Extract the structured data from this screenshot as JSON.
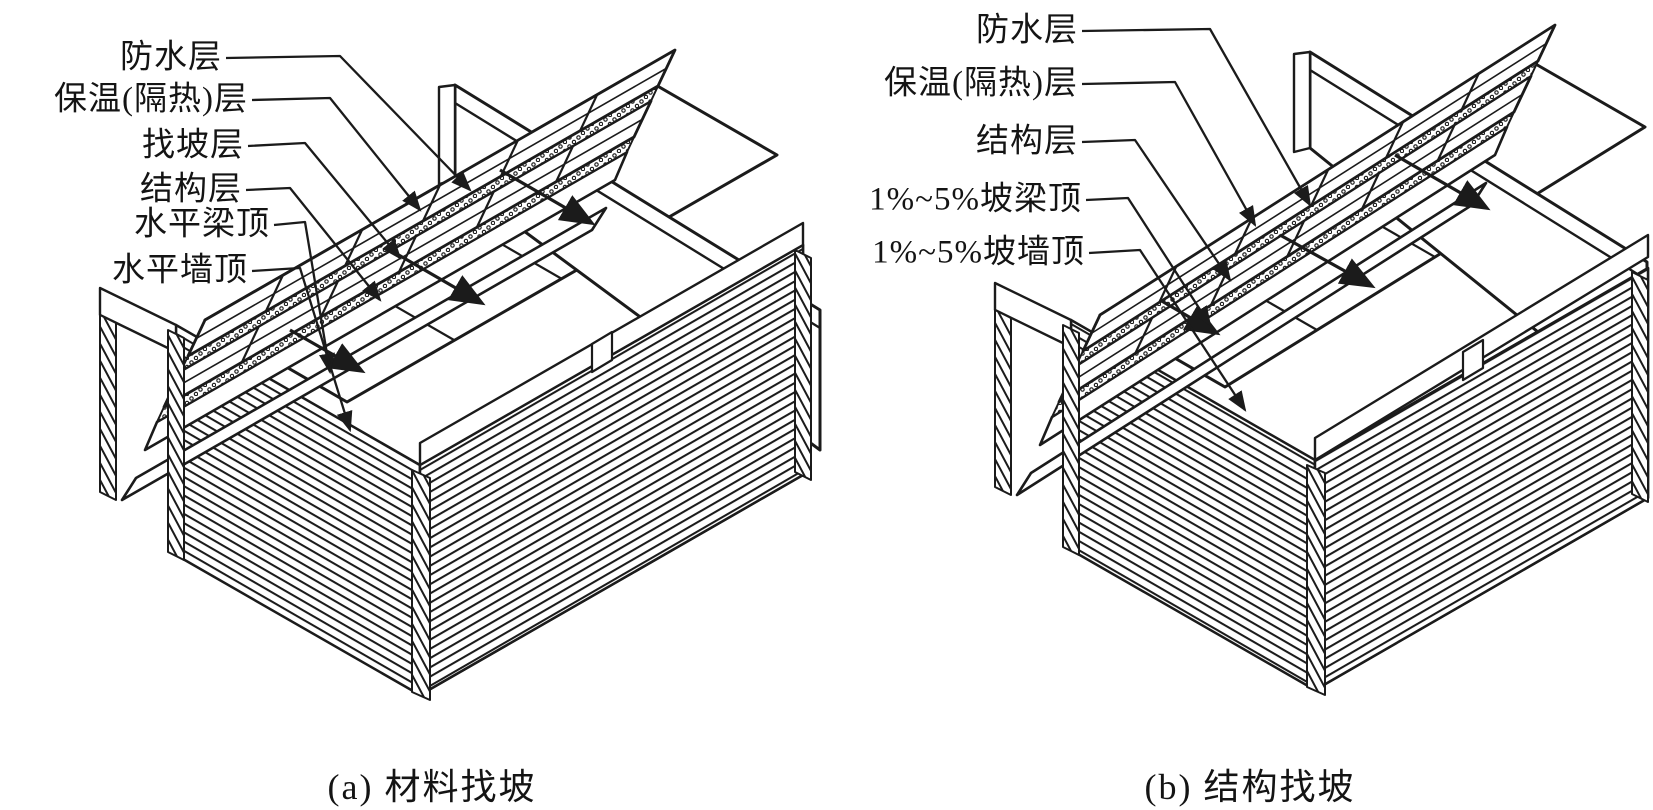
{
  "figure": {
    "background": "#ffffff",
    "ink": "#1b1b1b",
    "panels": [
      {
        "id": "a",
        "caption": "(a) 材料找坡",
        "labels": [
          {
            "text": "防水层"
          },
          {
            "text": "保温(隔热)层"
          },
          {
            "text": "找坡层"
          },
          {
            "text": "结构层"
          },
          {
            "text": "水平梁顶"
          },
          {
            "text": "水平墙顶"
          }
        ]
      },
      {
        "id": "b",
        "caption": "(b) 结构找坡",
        "labels": [
          {
            "text": "防水层"
          },
          {
            "text": "保温(隔热)层"
          },
          {
            "text": "结构层"
          },
          {
            "text": "1%~5%坡梁顶"
          },
          {
            "text": "1%~5%坡墙顶"
          }
        ]
      }
    ]
  }
}
